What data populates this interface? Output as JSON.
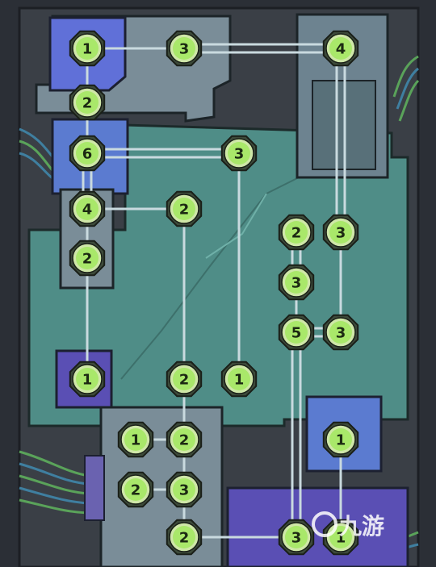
{
  "game": {
    "name": "hashi-bridges-puzzle",
    "watermark_text": "九游",
    "colors": {
      "frame": "#2b2f36",
      "panel_teal": "#4f8d87",
      "panel_gray": "#7a8d98",
      "panel_blue": "#5b7bd0",
      "panel_purple": "#5a4fb4",
      "bridge": "#c9dadf",
      "node_fill": "#a9e86a",
      "node_ring": "#cfe7a8",
      "node_text": "#1c2a12"
    }
  },
  "nodes": [
    {
      "id": "a",
      "label": "1",
      "col": 1,
      "row": 1
    },
    {
      "id": "b",
      "label": "3",
      "col": 3,
      "row": 1
    },
    {
      "id": "c",
      "label": "4",
      "col": 6,
      "row": 1
    },
    {
      "id": "d",
      "label": "2",
      "col": 1,
      "row": 2
    },
    {
      "id": "e",
      "label": "6",
      "col": 1,
      "row": 3
    },
    {
      "id": "f",
      "label": "3",
      "col": 4,
      "row": 3
    },
    {
      "id": "g",
      "label": "4",
      "col": 1,
      "row": 4
    },
    {
      "id": "h",
      "label": "2",
      "col": 3,
      "row": 4
    },
    {
      "id": "i",
      "label": "2",
      "col": 5,
      "row": 5
    },
    {
      "id": "j",
      "label": "3",
      "col": 6,
      "row": 5
    },
    {
      "id": "k",
      "label": "2",
      "col": 1,
      "row": 6
    },
    {
      "id": "l",
      "label": "3",
      "col": 5,
      "row": 6
    },
    {
      "id": "m",
      "label": "5",
      "col": 5,
      "row": 7
    },
    {
      "id": "n",
      "label": "3",
      "col": 6,
      "row": 7
    },
    {
      "id": "o",
      "label": "1",
      "col": 1,
      "row": 8
    },
    {
      "id": "p",
      "label": "2",
      "col": 3,
      "row": 8
    },
    {
      "id": "q",
      "label": "1",
      "col": 4,
      "row": 8
    },
    {
      "id": "r",
      "label": "1",
      "col": 2,
      "row": 9
    },
    {
      "id": "s",
      "label": "2",
      "col": 3,
      "row": 9
    },
    {
      "id": "t",
      "label": "1",
      "col": 6,
      "row": 9
    },
    {
      "id": "u",
      "label": "2",
      "col": 2,
      "row": 10
    },
    {
      "id": "v",
      "label": "3",
      "col": 3,
      "row": 10
    },
    {
      "id": "w",
      "label": "2",
      "col": 3,
      "row": 11
    },
    {
      "id": "x",
      "label": "3",
      "col": 5,
      "row": 11
    },
    {
      "id": "y",
      "label": "1",
      "col": 6,
      "row": 11
    }
  ],
  "bridges": [
    {
      "from": "a",
      "to": "b",
      "count": 1
    },
    {
      "from": "b",
      "to": "c",
      "count": 2
    },
    {
      "from": "a",
      "to": "d",
      "count": 1
    },
    {
      "from": "d",
      "to": "e",
      "count": 1
    },
    {
      "from": "e",
      "to": "f",
      "count": 2
    },
    {
      "from": "e",
      "to": "g",
      "count": 2
    },
    {
      "from": "c",
      "to": "j",
      "count": 2
    },
    {
      "from": "g",
      "to": "h",
      "count": 1
    },
    {
      "from": "g",
      "to": "k",
      "count": 1
    },
    {
      "from": "k",
      "to": "o",
      "count": 1
    },
    {
      "from": "h",
      "to": "p",
      "count": 1
    },
    {
      "from": "f",
      "to": "q",
      "count": 1
    },
    {
      "from": "i",
      "to": "l",
      "count": 2
    },
    {
      "from": "l",
      "to": "m",
      "count": 1
    },
    {
      "from": "m",
      "to": "n",
      "count": 2
    },
    {
      "from": "j",
      "to": "n",
      "count": 1
    },
    {
      "from": "p",
      "to": "s",
      "count": 1
    },
    {
      "from": "r",
      "to": "s",
      "count": 1
    },
    {
      "from": "u",
      "to": "v",
      "count": 1
    },
    {
      "from": "s",
      "to": "v",
      "count": 1
    },
    {
      "from": "v",
      "to": "w",
      "count": 1
    },
    {
      "from": "w",
      "to": "x",
      "count": 1
    },
    {
      "from": "m",
      "to": "x",
      "count": 2
    },
    {
      "from": "t",
      "to": "y",
      "count": 1
    }
  ]
}
